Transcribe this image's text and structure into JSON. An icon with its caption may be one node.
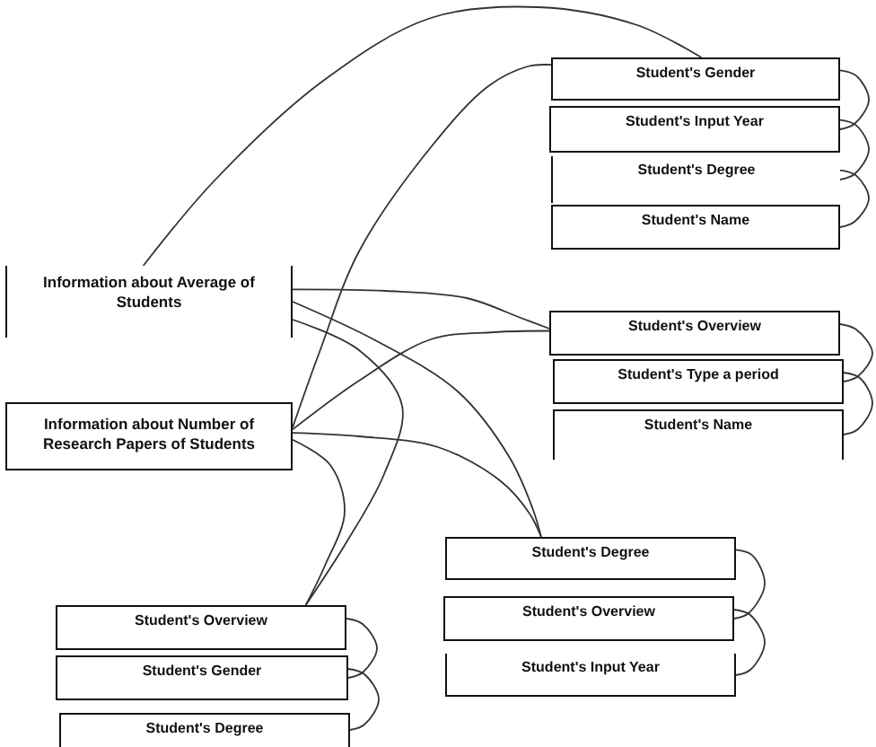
{
  "diagram": {
    "nodes": [
      {
        "text": [
          "Information about Average of Students"
        ]
      },
      {
        "text": [
          "Information about Number of Research Papers of Students"
        ]
      },
      {
        "text": [
          "Student's Gender"
        ]
      },
      {
        "text": [
          "Student's Input Year"
        ]
      },
      {
        "text": [
          "Student's Degree"
        ]
      },
      {
        "text": [
          "Student's Name"
        ]
      },
      {
        "text": [
          "Student's Overview"
        ]
      },
      {
        "text": [
          "Student's Type a period"
        ]
      },
      {
        "text": [
          "Student's Name"
        ]
      },
      {
        "text": [
          "Student's Degree"
        ]
      },
      {
        "text": [
          "Student's Overview"
        ]
      },
      {
        "text": [
          "Student's Input Year"
        ]
      },
      {
        "text": [
          "Student's Overview"
        ]
      },
      {
        "text": [
          "Student's Gender"
        ]
      },
      {
        "text": [
          "Student's Degree"
        ]
      }
    ],
    "edges": [
      {
        "from": 0,
        "to": 2,
        "arrow": "none"
      },
      {
        "from": 1,
        "to": 2,
        "arrow": "none"
      },
      {
        "from": 0,
        "to": 6,
        "arrow": "none"
      },
      {
        "from": 1,
        "to": 6,
        "arrow": "none"
      },
      {
        "from": 0,
        "to": 9,
        "arrow": "none"
      },
      {
        "from": 1,
        "to": 9,
        "arrow": "none"
      },
      {
        "from": 0,
        "to": 12,
        "arrow": "none"
      },
      {
        "from": 1,
        "to": 12,
        "arrow": "none"
      },
      {
        "from": 2,
        "to": 3,
        "arrow": "none"
      },
      {
        "from": 3,
        "to": 4,
        "arrow": "none"
      },
      {
        "from": 4,
        "to": 5,
        "arrow": "none"
      },
      {
        "from": 6,
        "to": 7,
        "arrow": "none"
      },
      {
        "from": 7,
        "to": 8,
        "arrow": "none"
      },
      {
        "from": 9,
        "to": 10,
        "arrow": "none"
      },
      {
        "from": 10,
        "to": 11,
        "arrow": "none"
      },
      {
        "from": 12,
        "to": 13,
        "arrow": "none"
      },
      {
        "from": 13,
        "to": 14,
        "arrow": "none"
      }
    ]
  }
}
